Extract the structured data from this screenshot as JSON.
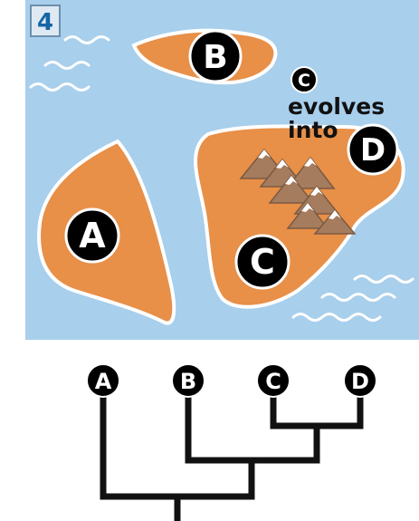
{
  "panel_number": "4",
  "islands": [
    {
      "id": "A",
      "label": "A"
    },
    {
      "id": "B",
      "label": "B"
    },
    {
      "id": "C",
      "label": "C"
    },
    {
      "id": "D",
      "label": "D"
    }
  ],
  "note": {
    "badge": "C",
    "line1": "evolves",
    "line2": "into",
    "target": "D"
  },
  "tree": {
    "leaves": [
      "A",
      "B",
      "C",
      "D"
    ]
  },
  "colors": {
    "sea": "#a8cfec",
    "land": "#e88f48",
    "shore": "#ffffff",
    "badge": "#000000",
    "mountain": "#a67c5e",
    "panel_badge": "#dfe9f3",
    "panel_text": "#1565a6",
    "tree_line": "#111111"
  },
  "icons": [
    "wave-icon",
    "mountain-icon"
  ]
}
